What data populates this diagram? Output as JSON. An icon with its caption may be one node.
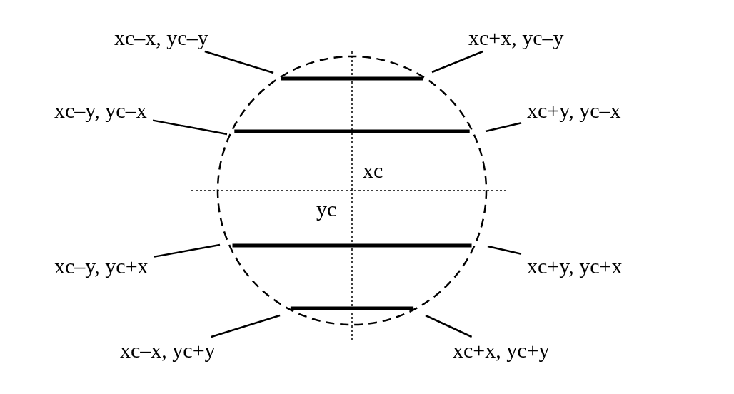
{
  "diagram": {
    "nodes": [
      {
        "text": [
          "xc–x, yc–y"
        ]
      },
      {
        "text": [
          "xc+x, yc–y"
        ]
      },
      {
        "text": [
          "xc–y, yc–x"
        ]
      },
      {
        "text": [
          "xc+y, yc–x"
        ]
      },
      {
        "text": [
          "xc–y, yc+x"
        ]
      },
      {
        "text": [
          "xc+y, yc+x"
        ]
      },
      {
        "text": [
          "xc–x, yc+y"
        ]
      },
      {
        "text": [
          "xc+x, yc+y"
        ]
      }
    ],
    "edges": [
      {
        "from": 0,
        "to": null,
        "arrow": "none"
      },
      {
        "from": 1,
        "to": null,
        "arrow": "none"
      },
      {
        "from": 2,
        "to": null,
        "arrow": "none"
      },
      {
        "from": 3,
        "to": null,
        "arrow": "none"
      },
      {
        "from": 4,
        "to": null,
        "arrow": "none"
      },
      {
        "from": 5,
        "to": null,
        "arrow": "none"
      },
      {
        "from": 6,
        "to": null,
        "arrow": "none"
      },
      {
        "from": 7,
        "to": null,
        "arrow": "none"
      }
    ],
    "labels": [
      "xc",
      "yc"
    ]
  }
}
